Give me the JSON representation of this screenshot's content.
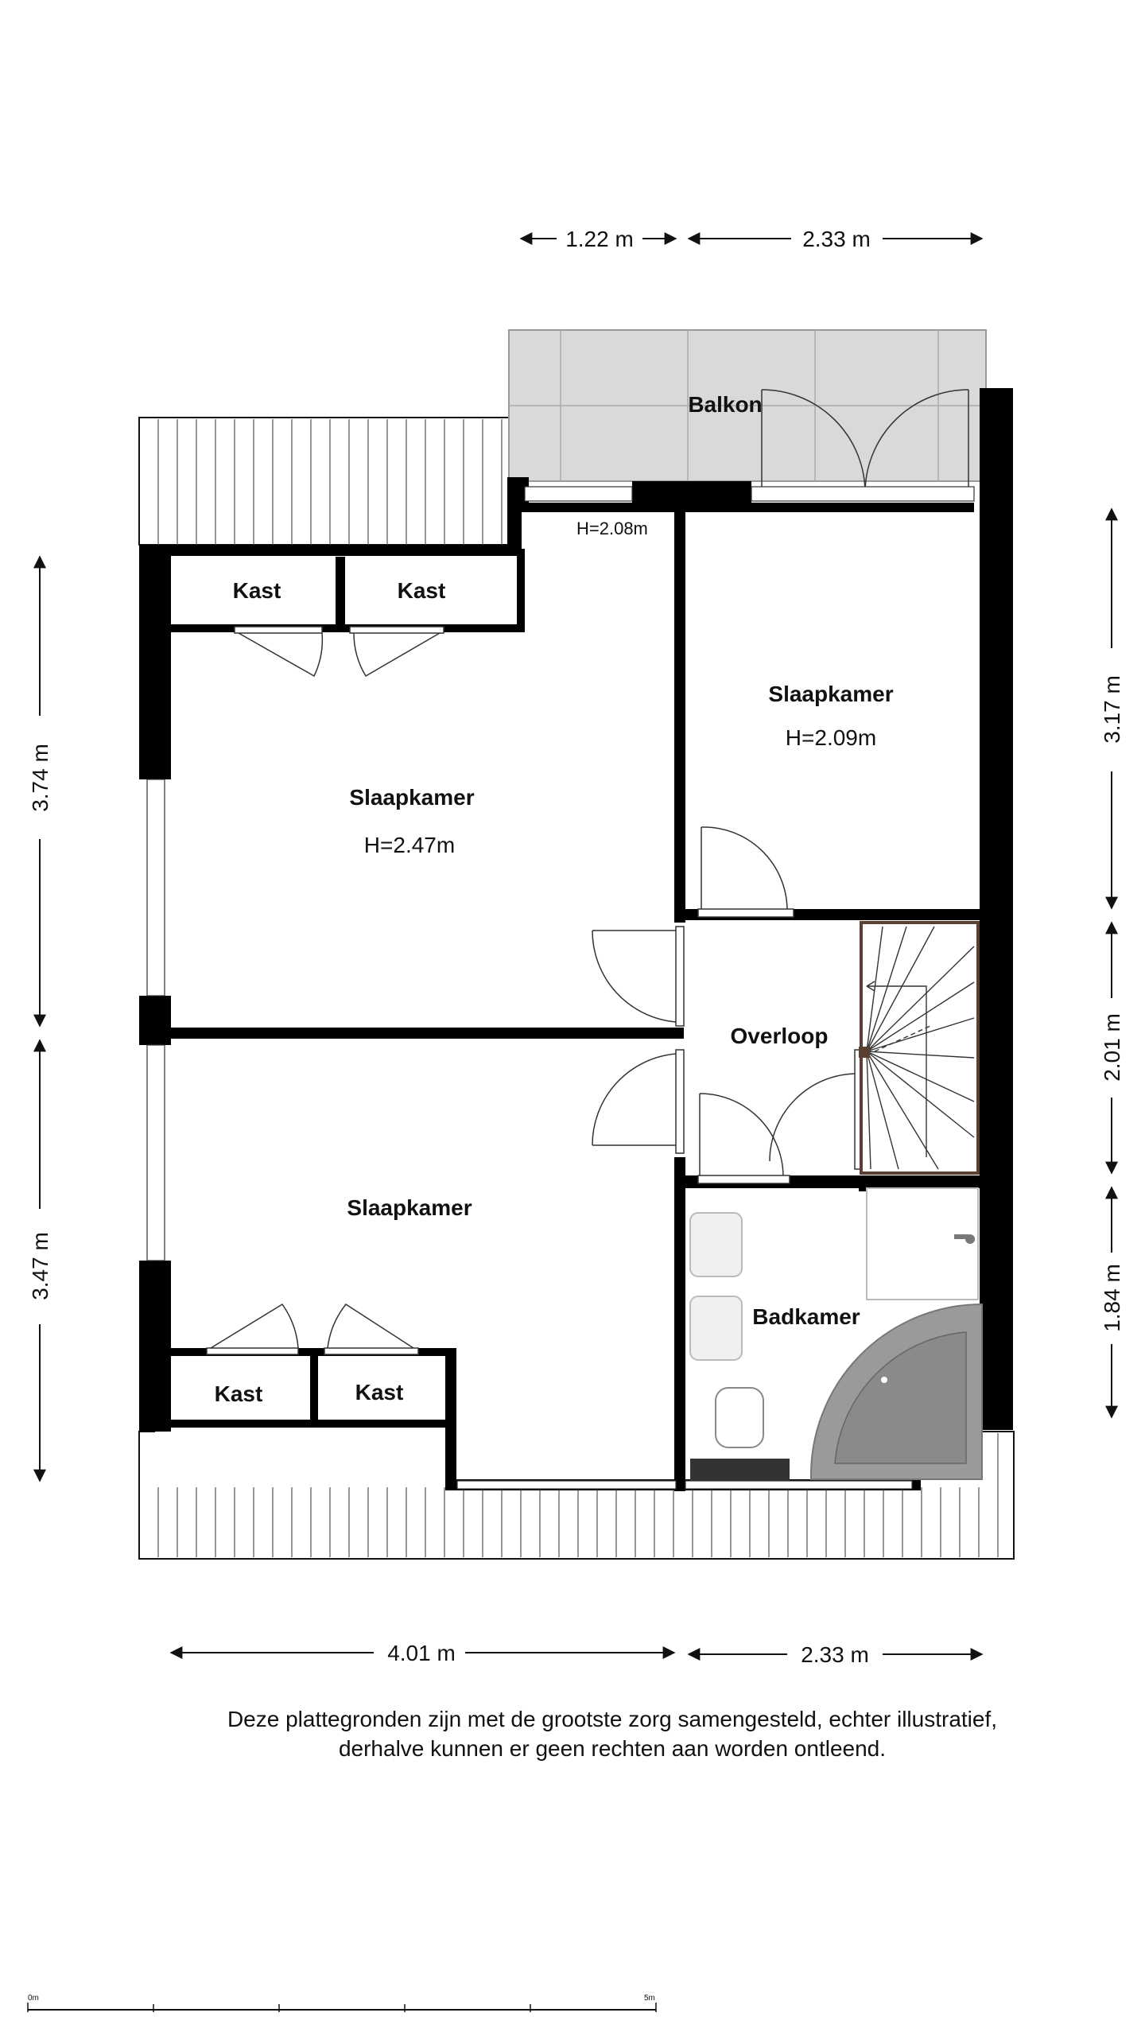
{
  "rooms": {
    "balkon": "Balkon",
    "balcony_height": "H=2.08m",
    "kast_1": "Kast",
    "kast_2": "Kast",
    "kast_3": "Kast",
    "kast_4": "Kast",
    "slaapkamer_large": "Slaapkamer",
    "slaapkamer_large_height": "H=2.47m",
    "slaapkamer_top_right": "Slaapkamer",
    "slaapkamer_top_right_height": "H=2.09m",
    "overloop": "Overloop",
    "slaapkamer_bottom": "Slaapkamer",
    "badkamer": "Badkamer"
  },
  "dimensions": {
    "top_left": "1.22 m",
    "top_right": "2.33 m",
    "left_upper": "3.74 m",
    "left_lower": "3.47 m",
    "right_upper": "3.17 m",
    "right_middle": "2.01 m",
    "right_lower": "1.84 m",
    "bottom_left": "4.01 m",
    "bottom_right": "2.33 m"
  },
  "disclaimer": {
    "line1": "Deze plattegronden zijn met de grootste zorg samengesteld, echter illustratief,",
    "line2": "derhalve kunnen er geen rechten aan worden ontleend."
  },
  "scale_bar": {
    "start": "0m",
    "end": "5m"
  },
  "colors": {
    "wall": "#000000",
    "balcony_fill": "#d9d9d9",
    "bath_fill": "#9a9a9a",
    "stair_outline": "#5a4030"
  }
}
